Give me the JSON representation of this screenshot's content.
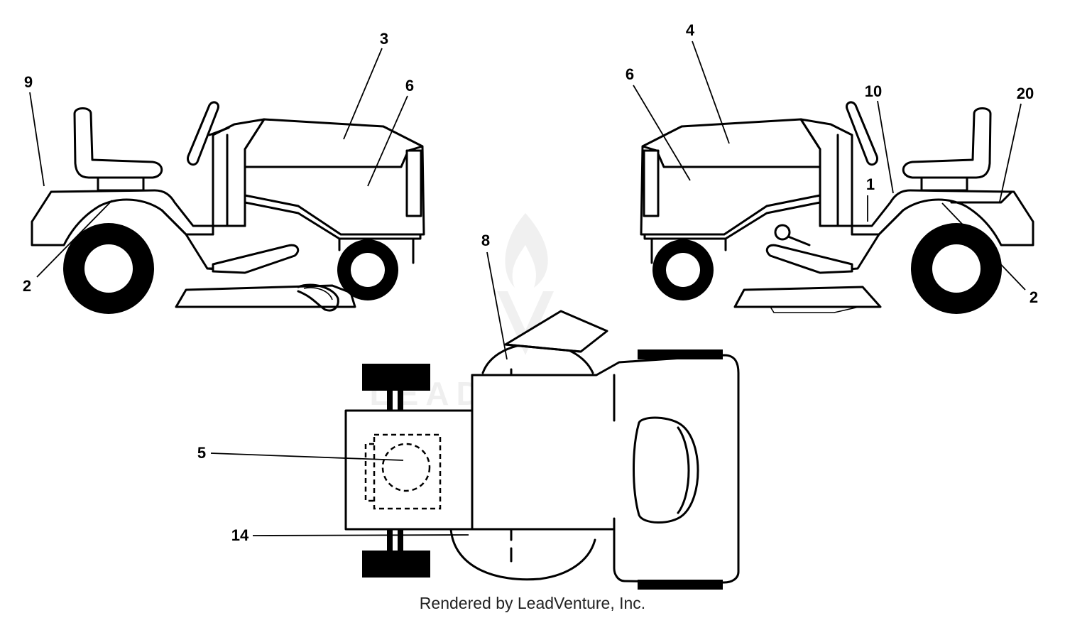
{
  "watermark": {
    "text": "LEADVENTURE",
    "logo": "leadventure-flame-logo"
  },
  "credit": "Rendered by LeadVenture, Inc.",
  "callouts": {
    "left_9": "9",
    "left_3": "3",
    "left_6": "6",
    "left_2": "2",
    "right_4": "4",
    "right_6": "6",
    "right_10": "10",
    "right_20": "20",
    "right_1": "1",
    "right_2": "2",
    "top_8": "8",
    "top_5": "5",
    "top_14": "14"
  }
}
